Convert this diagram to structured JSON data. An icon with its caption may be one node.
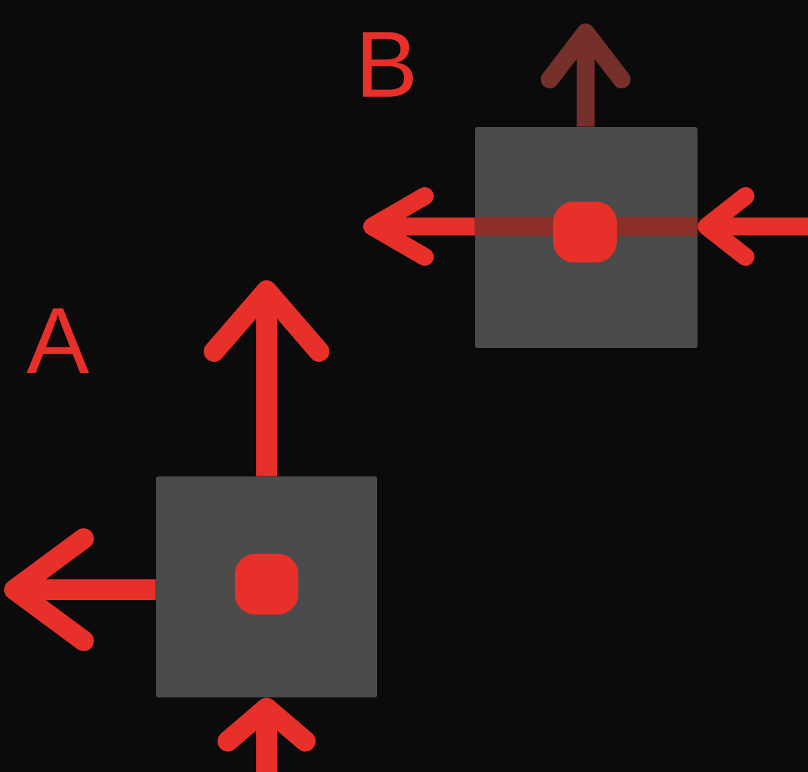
{
  "diagram": {
    "nodes": [
      {
        "text": [],
        "shape": "box",
        "beside": [
          "A"
        ]
      },
      {
        "text": [],
        "shape": "box",
        "beside": [
          "B"
        ]
      }
    ],
    "edges": [
      {
        "from": 0,
        "to": null,
        "arrow": "to"
      },
      {
        "from": 0,
        "to": null,
        "arrow": "to"
      },
      {
        "from": null,
        "to": 0,
        "arrow": "to"
      },
      {
        "from": 1,
        "to": null,
        "arrow": "to",
        "color": "#75302c"
      },
      {
        "from": 1,
        "to": null,
        "arrow": "to"
      },
      {
        "from": null,
        "to": 1,
        "arrow": "to"
      }
    ]
  }
}
